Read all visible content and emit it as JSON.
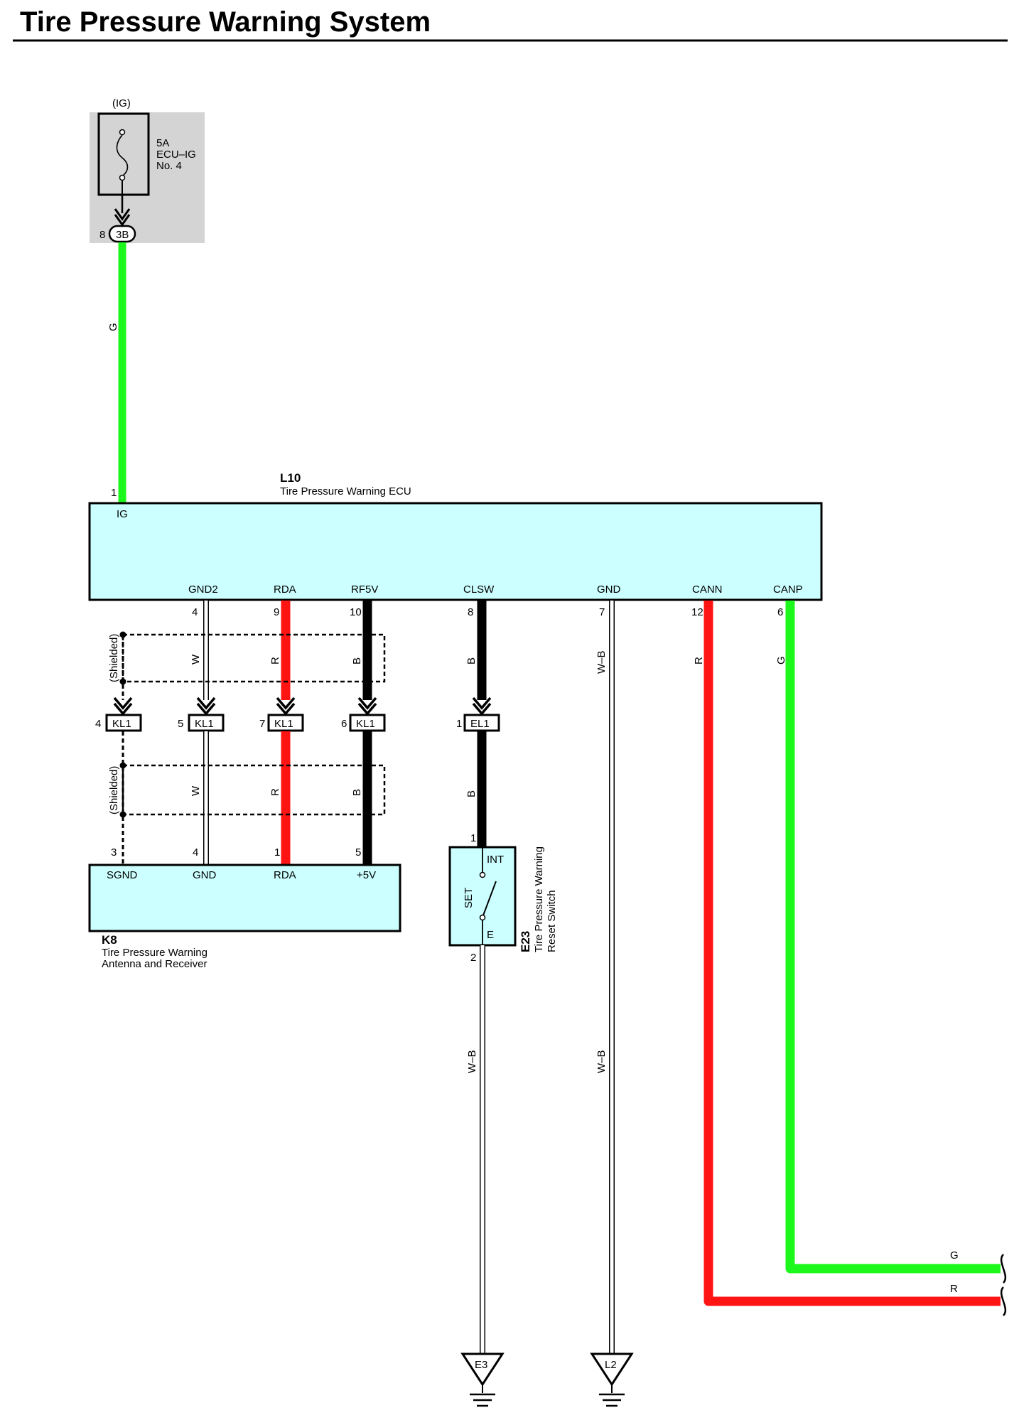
{
  "title": "Tire Pressure Warning System",
  "colors": {
    "green": "#1cf81c",
    "red": "#ff1414",
    "black": "#000000",
    "module_fill": "#ccffff",
    "fuse_box": "#d4d4d4"
  },
  "fuse": {
    "supply": "(IG)",
    "amp": "5A",
    "name": "ECU–IG",
    "num": "No. 4",
    "pin": "8",
    "connector": "3B"
  },
  "wire_labels": {
    "g": "G",
    "w": "W",
    "r": "R",
    "b": "B",
    "wb": "W–B"
  },
  "ecu": {
    "code": "L10",
    "name": "Tire Pressure Warning ECU",
    "pins": {
      "ig": {
        "num": "1",
        "name": "IG"
      },
      "gnd2": {
        "num": "4",
        "name": "GND2"
      },
      "rda": {
        "num": "9",
        "name": "RDA"
      },
      "rf5v": {
        "num": "10",
        "name": "RF5V"
      },
      "clsw": {
        "num": "8",
        "name": "CLSW"
      },
      "gnd": {
        "num": "7",
        "name": "GND"
      },
      "cann": {
        "num": "12",
        "name": "CANN"
      },
      "canp": {
        "num": "6",
        "name": "CANP"
      }
    }
  },
  "shielded": "(Shielded)",
  "connectors": [
    {
      "pin": "4",
      "code": "KL1"
    },
    {
      "pin": "5",
      "code": "KL1"
    },
    {
      "pin": "7",
      "code": "KL1"
    },
    {
      "pin": "6",
      "code": "KL1"
    },
    {
      "pin": "1",
      "code": "EL1"
    }
  ],
  "receiver": {
    "code": "K8",
    "name1": "Tire Pressure Warning",
    "name2": "Antenna and Receiver",
    "pins": {
      "sgnd": {
        "num": "3",
        "name": "SGND"
      },
      "gnd": {
        "num": "4",
        "name": "GND"
      },
      "rda": {
        "num": "1",
        "name": "RDA"
      },
      "v5": {
        "num": "5",
        "name": "+5V"
      }
    }
  },
  "switch": {
    "code": "E23",
    "name1": "Tire Pressure Warning",
    "name2": "Reset Switch",
    "pin_top": "1",
    "pin_bottom": "2",
    "int": "INT",
    "set": "SET",
    "e": "E"
  },
  "grounds": {
    "e3": "E3",
    "l2": "L2"
  }
}
